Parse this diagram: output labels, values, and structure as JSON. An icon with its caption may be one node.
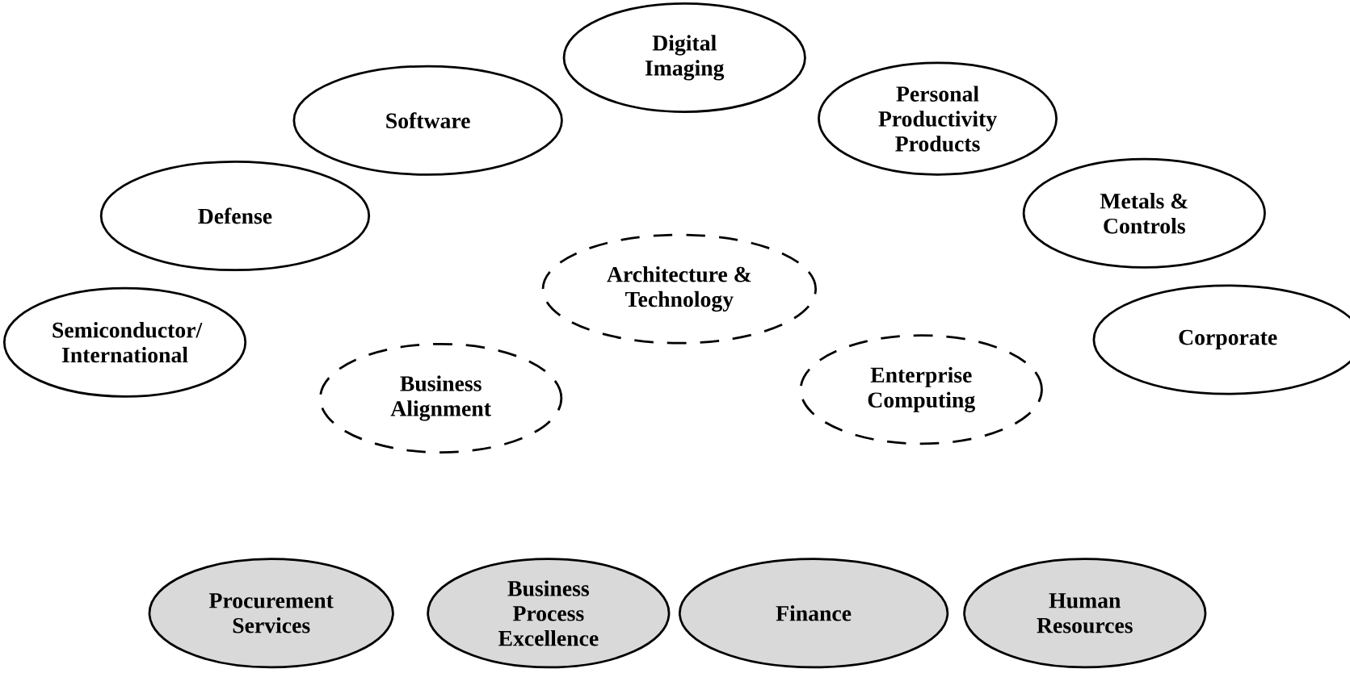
{
  "diagram": {
    "nodes": [
      {
        "text": [
          "Digital Imaging"
        ]
      },
      {
        "text": [
          "Personal Productivity Products"
        ]
      },
      {
        "text": [
          "Software"
        ]
      },
      {
        "text": [
          "Metals & Controls"
        ]
      },
      {
        "text": [
          "Defense"
        ]
      },
      {
        "text": [
          "Architecture & Technology"
        ]
      },
      {
        "text": [
          "Corporate"
        ]
      },
      {
        "text": [
          "Semiconductor/ International"
        ]
      },
      {
        "text": [
          "Enterprise Computing"
        ]
      },
      {
        "text": [
          "Business Alignment"
        ]
      },
      {
        "text": [
          "Procurement Services"
        ]
      },
      {
        "text": [
          "Business Process Excellence"
        ]
      },
      {
        "text": [
          "Finance"
        ]
      },
      {
        "text": [
          "Human Resources"
        ]
      }
    ]
  }
}
